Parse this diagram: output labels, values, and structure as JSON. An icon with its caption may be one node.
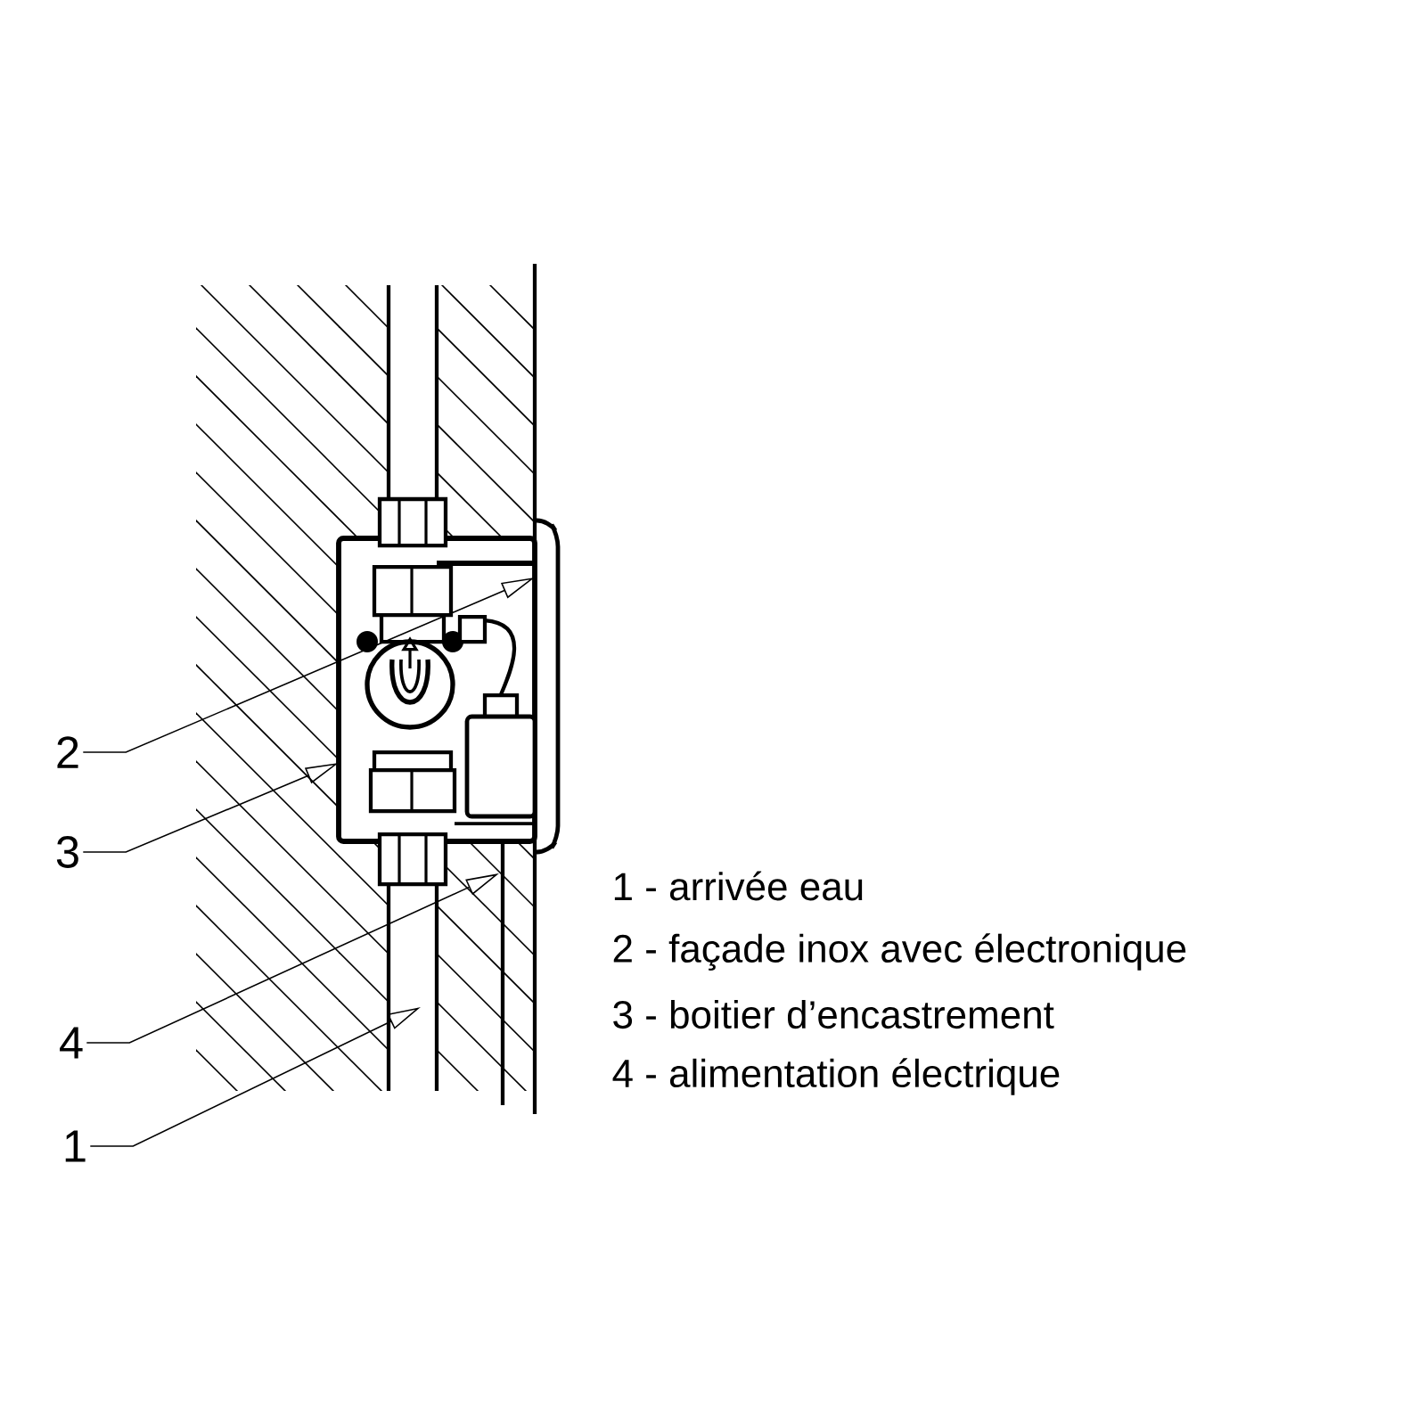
{
  "diagram": {
    "nodes": [
      {
        "text": [
          "2"
        ]
      },
      {
        "text": [
          "3"
        ]
      },
      {
        "text": [
          "4"
        ]
      },
      {
        "text": [
          "1"
        ]
      }
    ],
    "edges": [
      {
        "from": 0,
        "to": null,
        "arrow": "to"
      },
      {
        "from": 1,
        "to": null,
        "arrow": "to"
      },
      {
        "from": 2,
        "to": null,
        "arrow": "to"
      },
      {
        "from": 3,
        "to": null,
        "arrow": "to"
      }
    ],
    "labels": [
      "1 - arrivée eau",
      "2 - façade inox avec électronique",
      "3 - boitier d’encastrement",
      "4 - alimentation électrique"
    ]
  }
}
